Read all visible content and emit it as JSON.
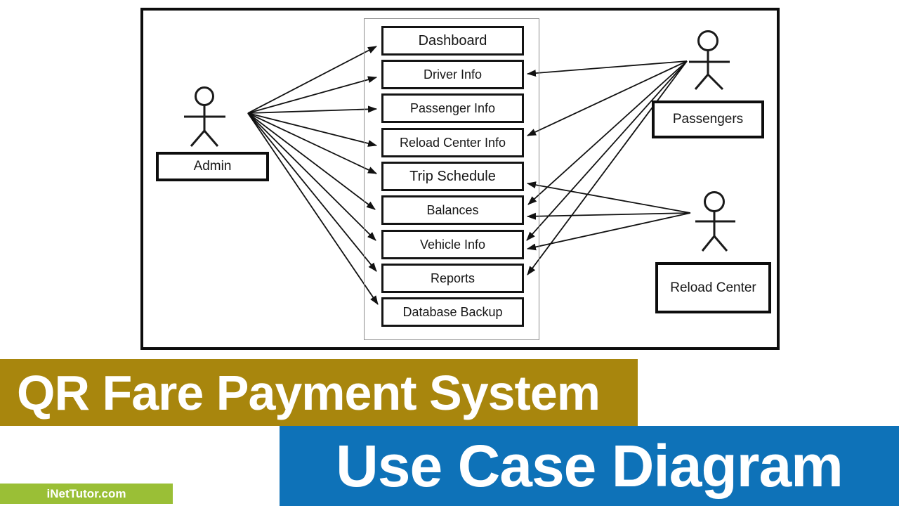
{
  "diagram": {
    "actors": [
      {
        "label": "Admin"
      },
      {
        "label": "Passengers"
      },
      {
        "label": "Reload Center"
      }
    ],
    "use_cases": [
      {
        "label": "Dashboard"
      },
      {
        "label": "Driver Info"
      },
      {
        "label": "Passenger Info"
      },
      {
        "label": "Reload Center Info"
      },
      {
        "label": "Trip Schedule"
      },
      {
        "label": "Balances"
      },
      {
        "label": "Vehicle Info"
      },
      {
        "label": "Reports"
      },
      {
        "label": "Database Backup"
      }
    ],
    "connections": {
      "admin": [
        "Dashboard",
        "Driver Info",
        "Passenger Info",
        "Reload Center Info",
        "Trip Schedule",
        "Balances",
        "Vehicle Info",
        "Reports",
        "Database Backup"
      ],
      "passengers": [
        "Driver Info",
        "Reload Center Info",
        "Balances",
        "Vehicle Info",
        "Reports"
      ],
      "reload_center": [
        "Trip Schedule",
        "Balances",
        "Vehicle Info"
      ]
    }
  },
  "banners": {
    "title": "QR Fare Payment System",
    "subtitle": "Use Case Diagram",
    "site": "iNetTutor.com"
  },
  "colors": {
    "banner_gold": "#a8860d",
    "banner_blue": "#0e72b8",
    "banner_green": "#9abf36",
    "ink": "#141414"
  }
}
